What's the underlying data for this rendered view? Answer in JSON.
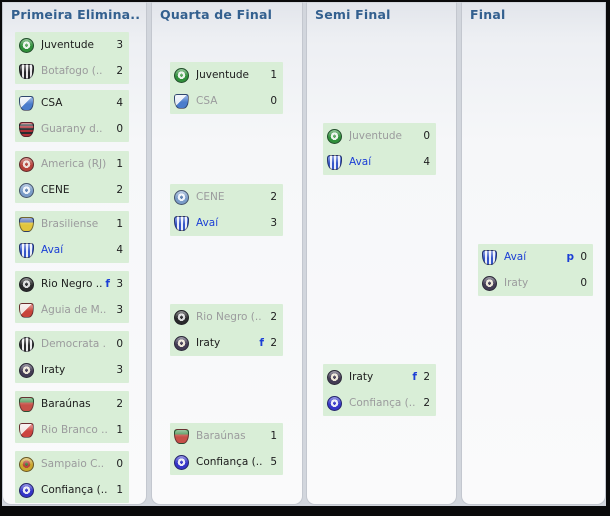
{
  "colors": {
    "round_title": "#33608f",
    "match_bg": "#d9eed7",
    "winner_text": "#1c1c1c",
    "eliminated_text": "#9b9b9d",
    "user_team_text": "#1b3ed6",
    "marker_text": "#1b3ed6"
  },
  "crests": {
    "juventude": {
      "shape": "circle",
      "pattern": "target",
      "c1": "#2f8f3a",
      "c2": "#e9f3ea",
      "c3": "#57a75c"
    },
    "botafogo": {
      "shape": "shield",
      "pattern": "vstripes",
      "c1": "#26262a",
      "c2": "#e9e9eb",
      "c3": ""
    },
    "csa": {
      "shape": "shield",
      "pattern": "diag",
      "c1": "#4a7ccc",
      "c2": "#e7eef8",
      "c3": ""
    },
    "guarany": {
      "shape": "shield",
      "pattern": "hstripes",
      "c1": "#b03038",
      "c2": "#2b2b2f",
      "c3": ""
    },
    "america": {
      "shape": "circle",
      "pattern": "target",
      "c1": "#b5413a",
      "c2": "#ecdcd8",
      "c3": "#b5413a"
    },
    "cene": {
      "shape": "circle",
      "pattern": "target",
      "c1": "#7a9cc8",
      "c2": "#eef3fa",
      "c3": "#5c80b0"
    },
    "brasiliense": {
      "shape": "shield",
      "pattern": "cap",
      "c1": "#e2c53c",
      "c2": "#4a66b0",
      "c3": ""
    },
    "avai": {
      "shape": "shield",
      "pattern": "vstripes",
      "c1": "#3556c8",
      "c2": "#eaeef9",
      "c3": ""
    },
    "rionegro": {
      "shape": "circle",
      "pattern": "target",
      "c1": "#2a2a2c",
      "c2": "#d9d9db",
      "c3": "#2a2a2c"
    },
    "aguia": {
      "shape": "shield",
      "pattern": "diag",
      "c1": "#c8433a",
      "c2": "#f0e6e2",
      "c3": ""
    },
    "democrata": {
      "shape": "circle",
      "pattern": "vstripes",
      "c1": "#2c2c2e",
      "c2": "#ededef",
      "c3": ""
    },
    "iraty": {
      "shape": "circle",
      "pattern": "target",
      "c1": "#433c54",
      "c2": "#ece5d6",
      "c3": "#433c54"
    },
    "baraunas": {
      "shape": "shield",
      "pattern": "cap",
      "c1": "#c65048",
      "c2": "#3f8f4a",
      "c3": ""
    },
    "riobranco": {
      "shape": "shield",
      "pattern": "diag",
      "c1": "#cc4440",
      "c2": "#f2e8e6",
      "c3": ""
    },
    "sampaio": {
      "shape": "circle",
      "pattern": "target",
      "c1": "#c9a52c",
      "c2": "#b8453c",
      "c3": "#3f7f3f"
    },
    "confianca": {
      "shape": "circle",
      "pattern": "target",
      "c1": "#3535c8",
      "c2": "#e9e9f5",
      "c3": "#3535c8"
    }
  },
  "rounds": [
    {
      "title": "Primeira Elimina..",
      "matches": [
        {
          "home": {
            "name": "Juventude",
            "score": "3",
            "marker": "",
            "result": "winner",
            "crest": "juventude"
          },
          "away": {
            "name": "Botafogo (..",
            "score": "2",
            "marker": "",
            "result": "loser",
            "crest": "botafogo"
          }
        },
        {
          "home": {
            "name": "CSA",
            "score": "4",
            "marker": "",
            "result": "winner",
            "crest": "csa"
          },
          "away": {
            "name": "Guarany d..",
            "score": "0",
            "marker": "",
            "result": "loser",
            "crest": "guarany"
          }
        },
        {
          "home": {
            "name": "America (RJ)",
            "score": "1",
            "marker": "",
            "result": "loser",
            "crest": "america"
          },
          "away": {
            "name": "CENE",
            "score": "2",
            "marker": "",
            "result": "winner",
            "crest": "cene"
          }
        },
        {
          "home": {
            "name": "Brasiliense",
            "score": "1",
            "marker": "",
            "result": "loser",
            "crest": "brasiliense"
          },
          "away": {
            "name": "Avaí",
            "score": "4",
            "marker": "",
            "result": "user",
            "crest": "avai"
          }
        },
        {
          "home": {
            "name": "Rio Negro ..",
            "score": "3",
            "marker": "f",
            "result": "winner",
            "crest": "rionegro"
          },
          "away": {
            "name": "Águia de M..",
            "score": "3",
            "marker": "",
            "result": "loser",
            "crest": "aguia"
          }
        },
        {
          "home": {
            "name": "Democrata .",
            "score": "0",
            "marker": "",
            "result": "loser",
            "crest": "democrata"
          },
          "away": {
            "name": "Iraty",
            "score": "3",
            "marker": "",
            "result": "winner",
            "crest": "iraty"
          }
        },
        {
          "home": {
            "name": "Baraúnas",
            "score": "2",
            "marker": "",
            "result": "winner",
            "crest": "baraunas"
          },
          "away": {
            "name": "Rio Branco ..",
            "score": "1",
            "marker": "",
            "result": "loser",
            "crest": "riobranco"
          }
        },
        {
          "home": {
            "name": "Sampaio C..",
            "score": "0",
            "marker": "",
            "result": "loser",
            "crest": "sampaio"
          },
          "away": {
            "name": "Confiança (..",
            "score": "1",
            "marker": "",
            "result": "winner",
            "crest": "confianca"
          }
        }
      ]
    },
    {
      "title": "Quarta de Final",
      "matches": [
        {
          "home": {
            "name": "Juventude",
            "score": "1",
            "marker": "",
            "result": "winner",
            "crest": "juventude"
          },
          "away": {
            "name": "CSA",
            "score": "0",
            "marker": "",
            "result": "loser",
            "crest": "csa"
          }
        },
        {
          "home": {
            "name": "CENE",
            "score": "2",
            "marker": "",
            "result": "loser",
            "crest": "cene"
          },
          "away": {
            "name": "Avaí",
            "score": "3",
            "marker": "",
            "result": "user",
            "crest": "avai"
          }
        },
        {
          "home": {
            "name": "Rio Negro (..",
            "score": "2",
            "marker": "",
            "result": "loser",
            "crest": "rionegro"
          },
          "away": {
            "name": "Iraty",
            "score": "2",
            "marker": "f",
            "result": "winner",
            "crest": "iraty"
          }
        },
        {
          "home": {
            "name": "Baraúnas",
            "score": "1",
            "marker": "",
            "result": "loser",
            "crest": "baraunas"
          },
          "away": {
            "name": "Confiança (..",
            "score": "5",
            "marker": "",
            "result": "winner",
            "crest": "confianca"
          }
        }
      ]
    },
    {
      "title": "Semi Final",
      "matches": [
        {
          "home": {
            "name": "Juventude",
            "score": "0",
            "marker": "",
            "result": "loser",
            "crest": "juventude"
          },
          "away": {
            "name": "Avaí",
            "score": "4",
            "marker": "",
            "result": "user",
            "crest": "avai"
          }
        },
        {
          "home": {
            "name": "Iraty",
            "score": "2",
            "marker": "f",
            "result": "winner",
            "crest": "iraty"
          },
          "away": {
            "name": "Confiança (..",
            "score": "2",
            "marker": "",
            "result": "loser",
            "crest": "confianca"
          }
        }
      ]
    },
    {
      "title": "Final",
      "matches": [
        {
          "home": {
            "name": "Avaí",
            "score": "0",
            "marker": "p",
            "result": "user",
            "crest": "avai"
          },
          "away": {
            "name": "Iraty",
            "score": "0",
            "marker": "",
            "result": "loser",
            "crest": "iraty"
          }
        }
      ]
    }
  ]
}
